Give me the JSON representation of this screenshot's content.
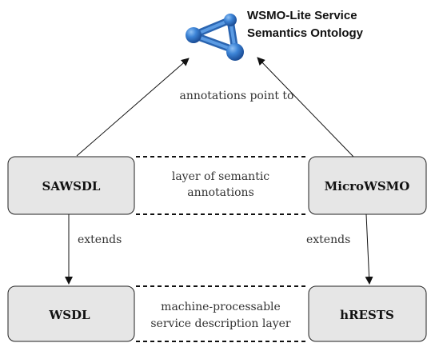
{
  "ontology": {
    "title_line1": "WSMO-Lite Service",
    "title_line2": "Semantics Ontology",
    "logo_icon": "network-triangle-icon",
    "logo_color": "#2e74c9"
  },
  "nodes": {
    "sawsdl": "SAWSDL",
    "microwsmo": "MicroWSMO",
    "wsdl": "WSDL",
    "hrests": "hRESTS"
  },
  "captions": {
    "annotations_point_to": "annotations point to",
    "semantic_layer_line1": "layer of semantic",
    "semantic_layer_line2": "annotations",
    "extends_left": "extends",
    "extends_right": "extends",
    "machine_layer_line1": "machine-processable",
    "machine_layer_line2": "service description layer"
  },
  "colors": {
    "box_fill": "#e6e6e6",
    "box_stroke": "#222222"
  }
}
